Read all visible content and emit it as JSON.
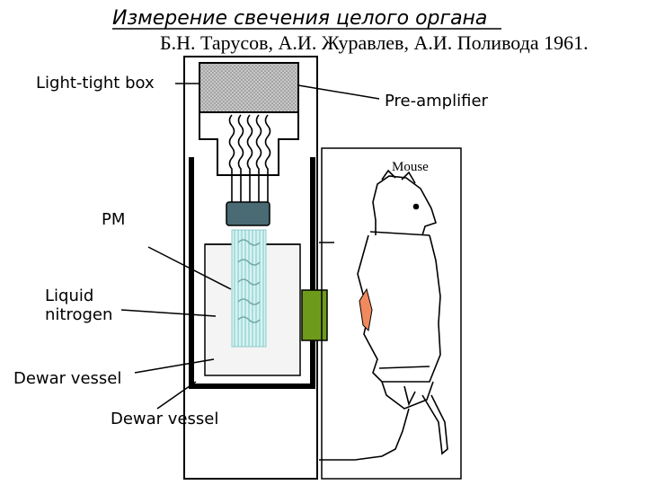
{
  "header": {
    "title": "Измерение свечения целого органа",
    "authors": "Б.Н. Тарусов, А.И. Журавлев, А.И. Поливода 1961."
  },
  "labels": {
    "light_tight_box": "Light-tight box",
    "pre_amplifier": "Pre-amplifier",
    "mouse": "Mouse",
    "pm": "PM",
    "liquid": "Liquid",
    "nitrogen": "nitrogen",
    "dewar_vessel_1": "Dewar vessel",
    "dewar_vessel_2": "Dewar vessel"
  },
  "colors": {
    "pre_amplifier_fill": "#b4b4b4",
    "pm_cap": "#4a6a74",
    "pm_tube": "#bfe6e6",
    "window": "#6e9a1c",
    "organ": "#f08a5d",
    "dewar_fill": "#f4f4f4"
  }
}
